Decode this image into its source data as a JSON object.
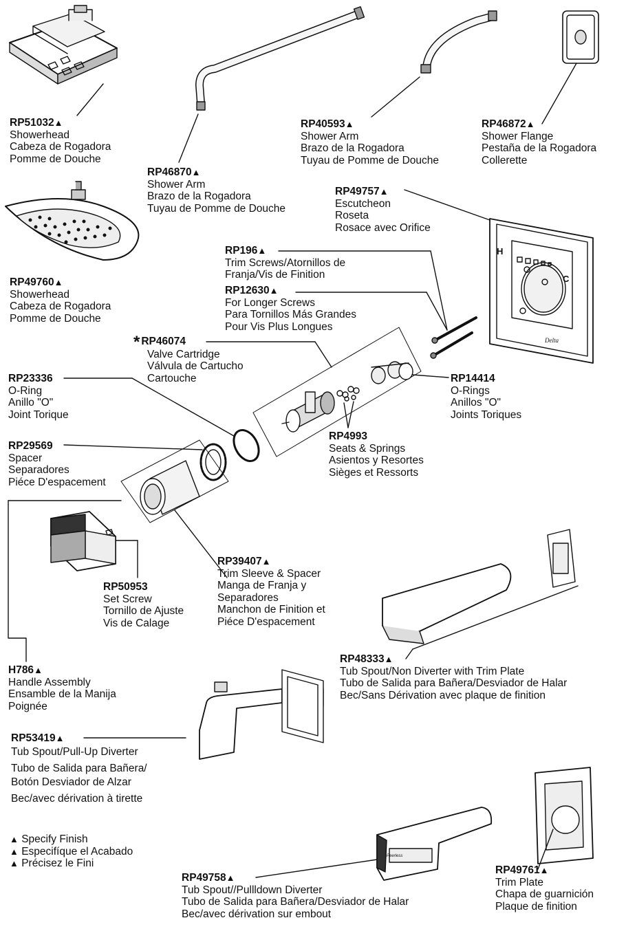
{
  "parts": [
    {
      "id": "rp51032",
      "part": "RP51032",
      "marker": "▲",
      "lines": [
        "Showerhead",
        "Cabeza de Rogadora",
        "Pomme de Douche"
      ]
    },
    {
      "id": "rp46870",
      "part": "RP46870",
      "marker": "▲",
      "lines": [
        "Shower Arm",
        "Brazo de la Rogadora",
        "Tuyau de Pomme de Douche"
      ]
    },
    {
      "id": "rp40593",
      "part": "RP40593",
      "marker": "▲",
      "lines": [
        "Shower Arm",
        "Brazo de la Rogadora",
        "Tuyau de Pomme de Douche"
      ]
    },
    {
      "id": "rp46872",
      "part": "RP46872",
      "marker": "▲",
      "lines": [
        "Shower Flange",
        "Pestaña de la Rogadora",
        "Collerette"
      ]
    },
    {
      "id": "rp49757",
      "part": "RP49757",
      "marker": "▲",
      "lines": [
        "Escutcheon",
        "Roseta",
        "Rosace avec Orifice"
      ]
    },
    {
      "id": "rp49760",
      "part": "RP49760",
      "marker": "▲",
      "lines": [
        "Showerhead",
        "Cabeza de Rogadora",
        "Pomme de Douche"
      ]
    },
    {
      "id": "rp196",
      "part": "RP196",
      "marker": "▲",
      "lines": [
        "Trim Screws/Atornillos de",
        "Franja/Vis de Finition"
      ]
    },
    {
      "id": "rp12630",
      "part": "RP12630",
      "marker": "▲",
      "lines": [
        "For Longer Screws",
        "Para Tornillos Más Grandes",
        "Pour Vis Plus Longues"
      ]
    },
    {
      "id": "rp46074",
      "part": "RP46074",
      "marker": "",
      "star": "*",
      "lines": [
        "Valve Cartridge",
        "Válvula de Cartucho",
        "Cartouche"
      ]
    },
    {
      "id": "rp23336",
      "part": "RP23336",
      "marker": "",
      "lines": [
        "O-Ring",
        "Anillo \"O\"",
        "Joint Torique"
      ]
    },
    {
      "id": "rp14414",
      "part": "RP14414",
      "marker": "",
      "lines": [
        "O-Rings",
        "Anillos \"O\"",
        "Joints Toriques"
      ]
    },
    {
      "id": "rp4993",
      "part": "RP4993",
      "marker": "",
      "lines": [
        "Seats & Springs",
        "Asientos y Resortes",
        "Sièges et Ressorts"
      ]
    },
    {
      "id": "rp29569",
      "part": "RP29569",
      "marker": "",
      "lines": [
        "Spacer",
        "Separadores",
        "Piéce D'espacement"
      ]
    },
    {
      "id": "rp50953",
      "part": "RP50953",
      "marker": "",
      "lines": [
        "Set Screw",
        "Tornillo de Ajuste",
        "Vis de Calage"
      ]
    },
    {
      "id": "rp39407",
      "part": "RP39407",
      "marker": "▲",
      "lines": [
        "Trim Sleeve & Spacer",
        "Manga de Franja y",
        "Separadores",
        "Manchon de Finition et",
        "Piéce D'espacement"
      ]
    },
    {
      "id": "rp48333",
      "part": "RP48333",
      "marker": "▲",
      "lines": [
        "Tub Spout/Non Diverter with Trim Plate",
        "Tubo de Salida para Bañera/Desviador de Halar",
        "Bec/Sans Dérivation avec plaque de finition"
      ]
    },
    {
      "id": "h786",
      "part": "H786",
      "marker": "▲",
      "lines": [
        "Handle Assembly",
        "Ensamble de la Manija",
        "Poignée"
      ]
    },
    {
      "id": "rp53419",
      "part": "RP53419",
      "marker": "▲",
      "lines": [
        "Tub Spout/Pull-Up Diverter",
        "Tubo de Salida para Bañera/",
        "Botón Desviador de Alzar",
        "Bec/avec dérivation à tirette"
      ]
    },
    {
      "id": "rp49758",
      "part": "RP49758",
      "marker": "▲",
      "lines": [
        "Tub Spout//Pullldown Diverter",
        "Tubo de Salida para Bañera/Desviador de Halar",
        "Bec/avec dérivation sur embout"
      ]
    },
    {
      "id": "rp49761",
      "part": "RP49761",
      "marker": "▲",
      "lines": [
        "Trim Plate",
        "Chapa de guarnición",
        "Plaque de finition"
      ]
    }
  ],
  "legend": {
    "marker": "▲",
    "lines": [
      "Specify Finish",
      "Especifíque el Acabado",
      "Précisez le Fini"
    ]
  },
  "escutcheon_marks": {
    "hot": "H",
    "cold": "C",
    "brand": "Delta"
  },
  "spout_brand": "Peerless",
  "colors": {
    "ink": "#111111",
    "paper": "#ffffff",
    "shade": "#cfcfcf"
  }
}
